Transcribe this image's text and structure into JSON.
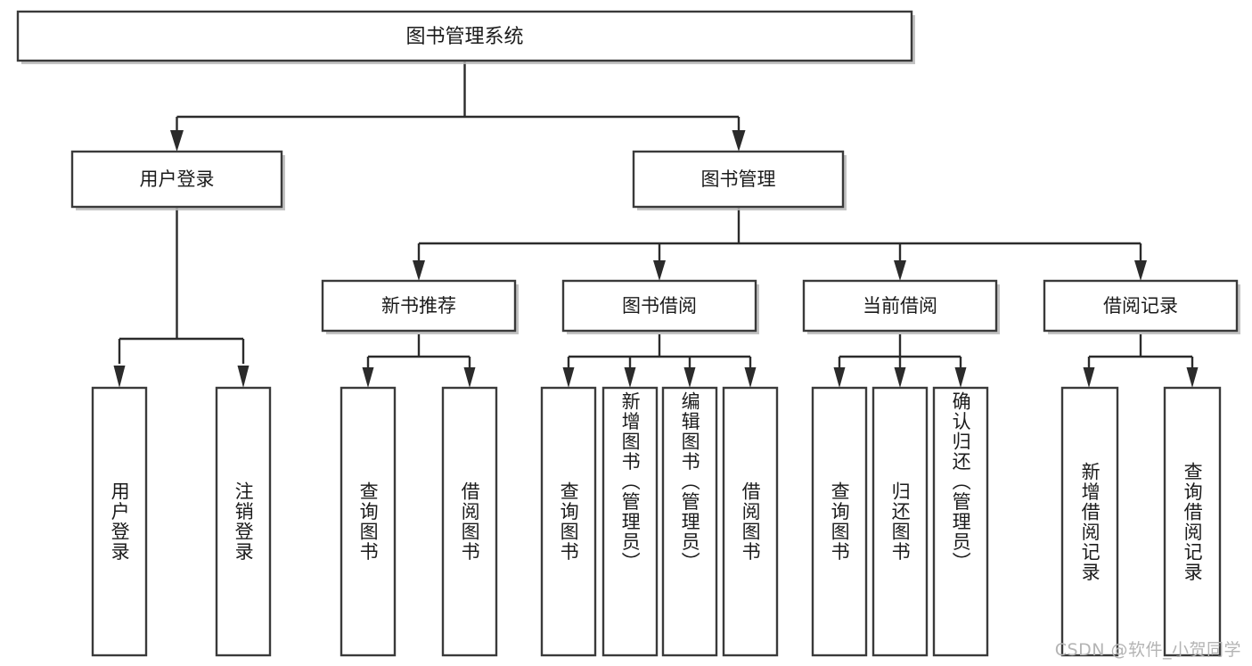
{
  "diagram": {
    "title": "图书管理系统",
    "type": "tree-hierarchy-diagram",
    "orientation": "top-down",
    "colors": {
      "box_fill": "#ffffff",
      "box_stroke": "#3a3a3a",
      "connector": "#2b2b2b",
      "text": "#1b1b1b",
      "background": "#ffffff",
      "watermark": "#b4b4b4"
    },
    "root": {
      "label": "图书管理系统"
    },
    "level2": [
      {
        "label": "用户登录"
      },
      {
        "label": "图书管理"
      }
    ],
    "level3": [
      {
        "label": "新书推荐"
      },
      {
        "label": "图书借阅"
      },
      {
        "label": "当前借阅"
      },
      {
        "label": "借阅记录"
      }
    ],
    "leaves": {
      "user_login": [
        {
          "label": "用户登录"
        },
        {
          "label": "注销登录"
        }
      ],
      "new_book_recommend": [
        {
          "label": "查询图书"
        },
        {
          "label": "借阅图书"
        }
      ],
      "book_borrow": [
        {
          "label": "查询图书"
        },
        {
          "label": "新增图书（管理员）"
        },
        {
          "label": "编辑图书（管理员）"
        },
        {
          "label": "借阅图书"
        }
      ],
      "current_borrow": [
        {
          "label": "查询图书"
        },
        {
          "label": "归还图书"
        },
        {
          "label": "确认归还（管理员）"
        }
      ],
      "borrow_record": [
        {
          "label": "新增借阅记录"
        },
        {
          "label": "查询借阅记录"
        }
      ]
    }
  },
  "watermark": {
    "text": "CSDN @软件_小贺同学"
  }
}
